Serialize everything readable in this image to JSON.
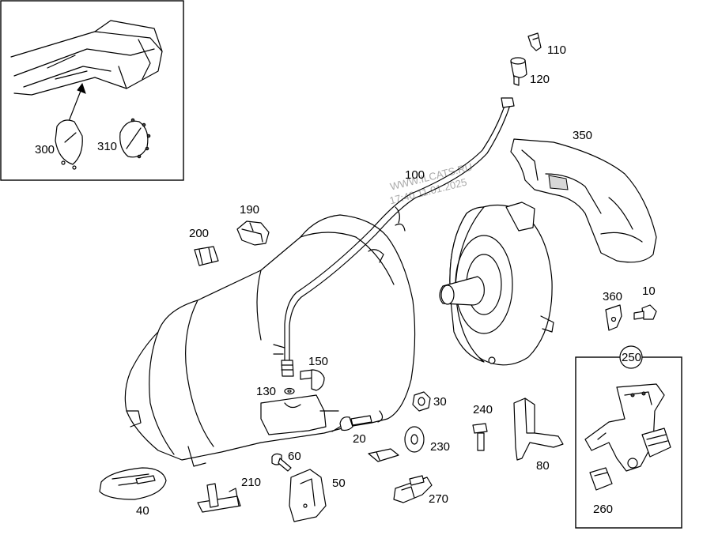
{
  "watermark": {
    "line1": "WWW.ILCATS.RU",
    "line2": "17:40 11.01.2025"
  },
  "callouts": {
    "c10": "10",
    "c20": "20",
    "c30": "30",
    "c40": "40",
    "c50": "50",
    "c60": "60",
    "c80": "80",
    "c100": "100",
    "c110": "110",
    "c120": "120",
    "c130": "130",
    "c150": "150",
    "c190": "190",
    "c200": "200",
    "c210": "210",
    "c230": "230",
    "c240": "240",
    "c250": "250",
    "c260": "260",
    "c270": "270",
    "c300": "300",
    "c310": "310",
    "c350": "350",
    "c360": "360"
  }
}
